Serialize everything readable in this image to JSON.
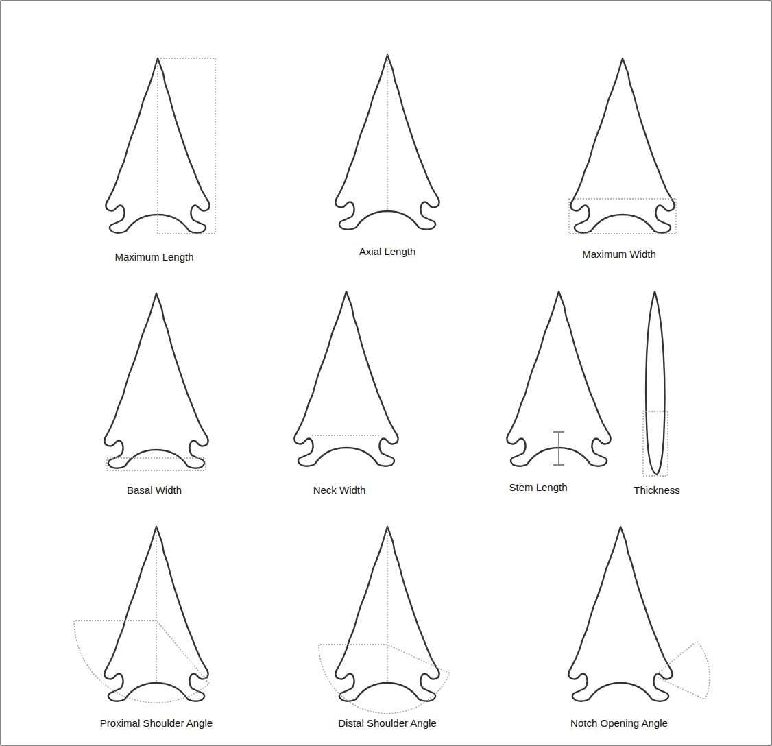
{
  "diagram": {
    "labels": [
      "Maximum Length",
      "Axial Length",
      "Maximum Width",
      "Basal Width",
      "Neck Width",
      "Stem Length",
      "Thickness",
      "Proximal Shoulder Angle",
      "Distal Shoulder Angle",
      "Notch Opening Angle"
    ]
  }
}
